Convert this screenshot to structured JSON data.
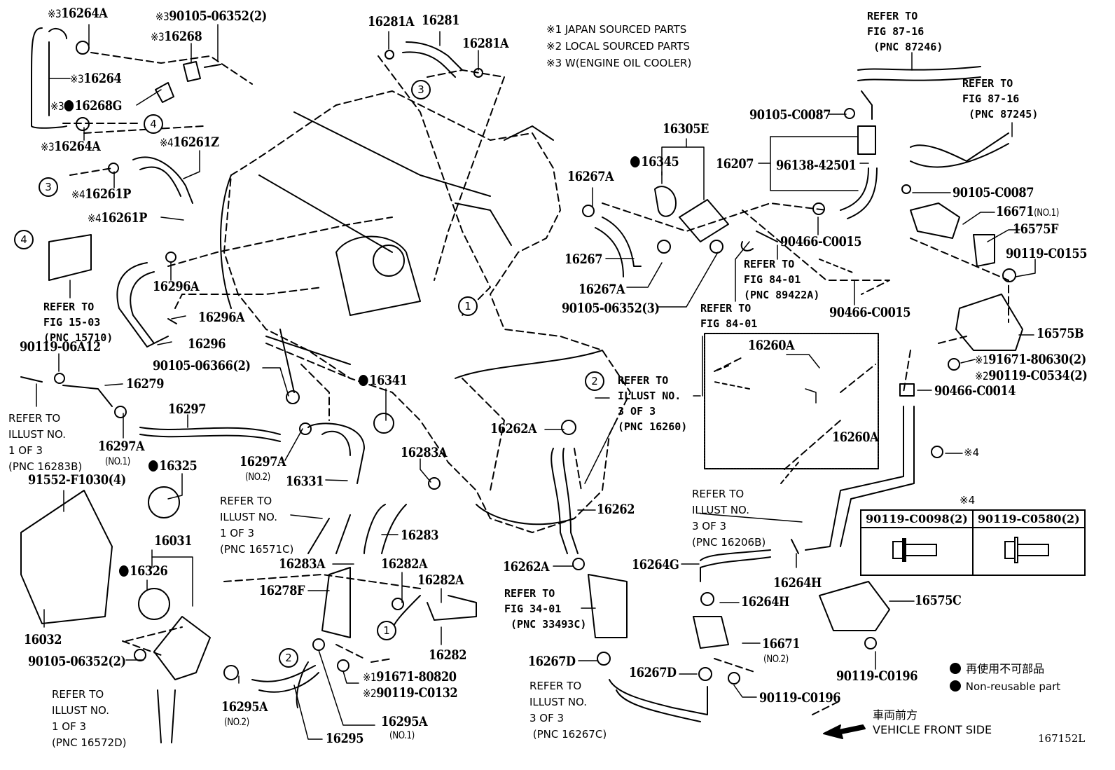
{
  "diagram_id": "167152L",
  "notes": {
    "n1": "※1 JAPAN SOURCED PARTS",
    "n2": "※2 LOCAL SOURCED PARTS",
    "n3": "※3 W(ENGINE OIL COOLER)"
  },
  "legend": {
    "non_reusable_jp": "再使用不可部品",
    "non_reusable_en": "Non-reusable part"
  },
  "direction": {
    "jp": "車両前方",
    "en": "VEHICLE FRONT SIDE"
  },
  "callouts": {
    "c1": "1",
    "c2": "2",
    "c3": "3",
    "c4": "4"
  },
  "marks": {
    "m1": "※1",
    "m2": "※2",
    "m3": "※3",
    "m4": "※4"
  },
  "table_s4": {
    "title": "※4",
    "col1": "90119-C0098(2)",
    "col2": "90119-C0580(2)"
  },
  "parts": {
    "p16264A_top": "16264A",
    "p90105_06352_2_top": "90105-06352(2)",
    "p16268": "16268",
    "p16264": "16264",
    "p16268G": "16268G",
    "p16264A_bot": "16264A",
    "p16261Z": "16261Z",
    "p16261P_a": "16261P",
    "p16261P_b": "16261P",
    "p16281A_l": "16281A",
    "p16281": "16281",
    "p16281A_r": "16281A",
    "p16296A_a": "16296A",
    "p16296A_b": "16296A",
    "p16296": "16296",
    "p90119_06A12": "90119-06A12",
    "p16279": "16279",
    "p90105_06366": "90105-06366(2)",
    "p16341": "16341",
    "p16297": "16297",
    "p16297A_1": "16297A",
    "p16297A_1_sub": "(NO.1)",
    "p16325": "16325",
    "p91552": "91552-F1030(4)",
    "p16297A_2": "16297A",
    "p16297A_2_sub": "(NO.2)",
    "p16331": "16331",
    "p16283A_a": "16283A",
    "p16283": "16283",
    "p16283A_b": "16283A",
    "p16282A_a": "16282A",
    "p16282A_b": "16282A",
    "p16278F": "16278F",
    "p16282": "16282",
    "p16031": "16031",
    "p16326": "16326",
    "p16032": "16032",
    "p90105_06352_2_bot": "90105-06352(2)",
    "p16295A_2": "16295A",
    "p16295A_2_sub": "(NO.2)",
    "p91671_80820": "91671-80820",
    "p90119_C0132": "90119-C0132",
    "p16295A_1": "16295A",
    "p16295A_1_sub": "(NO.1)",
    "p16295": "16295",
    "p16305E": "16305E",
    "p16345": "16345",
    "p16267A_a": "16267A",
    "p16267": "16267",
    "p16267A_b": "16267A",
    "p90105_06352_3": "90105-06352(3)",
    "p16207": "16207",
    "p96138": "96138-42501",
    "p90105_C0087_a": "90105-C0087",
    "p90466_C0015_a": "90466-C0015",
    "p90466_C0015_b": "90466-C0015",
    "p90105_C0087_b": "90105-C0087",
    "p16671_1": "16671",
    "p16671_1_sub": "(NO.1)",
    "p16575F": "16575F",
    "p90119_C0155": "90119-C0155",
    "p16575B": "16575B",
    "p91671_80630": "91671-80630(2)",
    "p90119_C0534": "90119-C0534(2)",
    "p90466_C0014": "90466-C0014",
    "p16260A_a": "16260A",
    "p16260A_b": "16260A",
    "p16262A_a": "16262A",
    "p16262": "16262",
    "p16262A_b": "16262A",
    "p16264G": "16264G",
    "p16264H_a": "16264H",
    "p16264H_b": "16264H",
    "p16575C": "16575C",
    "p16671_2": "16671",
    "p16671_2_sub": "(NO.2)",
    "p16267D_a": "16267D",
    "p16267D_b": "16267D",
    "p90119_C0196_a": "90119-C0196",
    "p90119_C0196_b": "90119-C0196"
  },
  "references": {
    "fig87_16_a": "REFER TO\nFIG 87-16\n (PNC 87246)",
    "fig87_16_b": "REFER TO\nFIG 87-16\n (PNC 87245)",
    "fig15_03": "REFER TO\nFIG 15-03\n(PNC 15710)",
    "fig84_01_a": "REFER TO\nFIG 84-01\n(PNC 89422A)",
    "fig84_01_b": "REFER TO\nFIG 84-01",
    "fig34_01": "REFER TO\nFIG 34-01\n (PNC 33493C)",
    "illust_16283B": "REFER TO\nILLUST NO.\n1 OF 3\n(PNC 16283B)",
    "illust_16571C": "REFER TO\nILLUST NO.\n1 OF 3\n(PNC 16571C)",
    "illust_16572D": "REFER TO\nILLUST NO.\n1 OF 3\n(PNC 16572D)",
    "illust_16260": "REFER TO\nILLUST NO.\n3 OF 3\n(PNC 16260)",
    "illust_16206B": "REFER TO\nILLUST NO.\n3 OF 3\n(PNC 16206B)",
    "illust_16267C": "REFER TO\nILLUST NO.\n3 OF 3\n (PNC 16267C)"
  }
}
